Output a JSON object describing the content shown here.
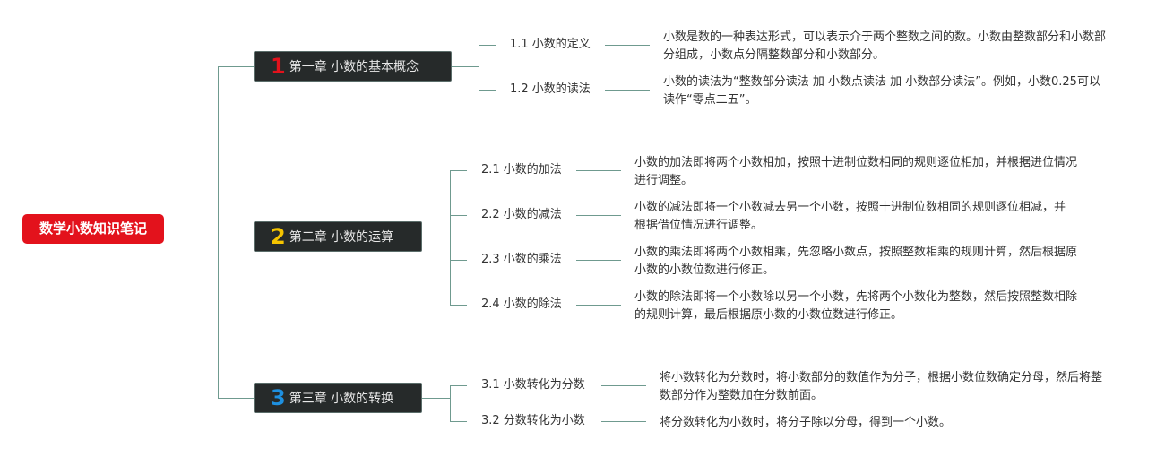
{
  "root": {
    "title": "数学小数知识笔记"
  },
  "chapters": [
    {
      "number": "1",
      "number_color": "#e3121c",
      "title": "第一章 小数的基本概念",
      "sections": [
        {
          "title": "1.1 小数的定义",
          "description": "小数是数的一种表达形式，可以表示介于两个整数之间的数。小数由整数部分和小数部分组成，小数点分隔整数部分和小数部分。"
        },
        {
          "title": "1.2 小数的读法",
          "description": "小数的读法为“整数部分读法 加 小数点读法 加 小数部分读法”。例如，小数0.25可以读作“零点二五”。"
        }
      ]
    },
    {
      "number": "2",
      "number_color": "#f5c400",
      "title": "第二章 小数的运算",
      "sections": [
        {
          "title": "2.1 小数的加法",
          "description": "小数的加法即将两个小数相加，按照十进制位数相同的规则逐位相加，并根据进位情况进行调整。"
        },
        {
          "title": "2.2 小数的减法",
          "description": "小数的减法即将一个小数减去另一个小数，按照十进制位数相同的规则逐位相减，并根据借位情况进行调整。"
        },
        {
          "title": "2.3 小数的乘法",
          "description": "小数的乘法即将两个小数相乘，先忽略小数点，按照整数相乘的规则计算，然后根据原小数的小数位数进行修正。"
        },
        {
          "title": "2.4 小数的除法",
          "description": "小数的除法即将一个小数除以另一个小数，先将两个小数化为整数，然后按照整数相除的规则计算，最后根据原小数的小数位数进行修正。"
        }
      ]
    },
    {
      "number": "3",
      "number_color": "#1e90e0",
      "title": "第三章 小数的转换",
      "sections": [
        {
          "title": "3.1 小数转化为分数",
          "description": "将小数转化为分数时，将小数部分的数值作为分子，根据小数位数确定分母，然后将整数部分作为整数加在分数前面。"
        },
        {
          "title": "3.2 分数转化为小数",
          "description": "将分数转化为小数时，将分子除以分母，得到一个小数。"
        }
      ]
    }
  ],
  "colors": {
    "root_bg": "#e3121c",
    "chapter_bg": "#262a2a",
    "connector": "#6f9a8f"
  }
}
